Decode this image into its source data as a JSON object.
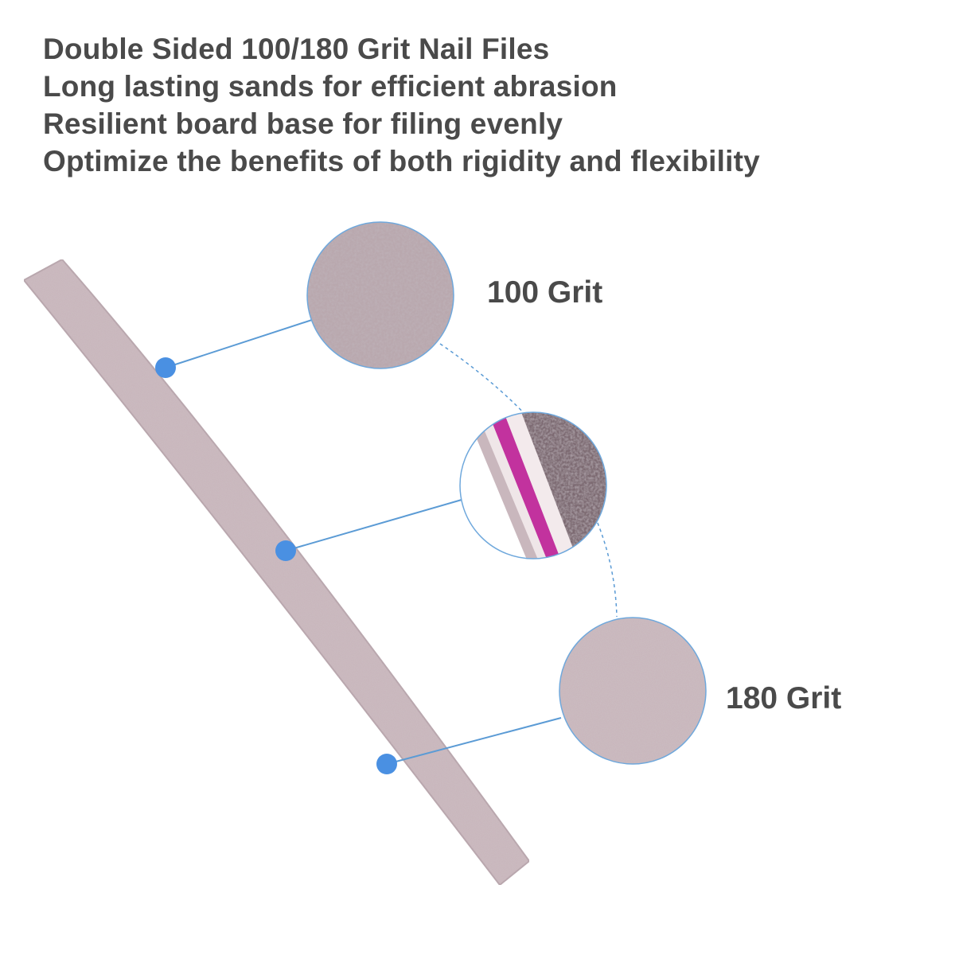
{
  "headline": {
    "lines": [
      "Double Sided 100/180 Grit Nail Files",
      "Long lasting sands for efficient abrasion",
      "Resilient board base for filing evenly",
      "Optimize the benefits of both rigidity and flexibility"
    ]
  },
  "callouts": {
    "coarse": {
      "label": "100 Grit",
      "icon": "sandpaper-100-grit-texture"
    },
    "core": {
      "icon": "layered-board-cross-section"
    },
    "fine": {
      "label": "180 Grit",
      "icon": "sandpaper-180-grit-texture"
    }
  },
  "colors": {
    "text": "#4a4a4a",
    "file_surface": "#c9b7bd",
    "file_edge": "#b8a5ac",
    "marker": "#4a90e2",
    "leader_line": "#5b9bd5",
    "circle_border": "#6fa8dc",
    "core_pink": "#c2329e",
    "core_dark": "#7d6a72"
  }
}
